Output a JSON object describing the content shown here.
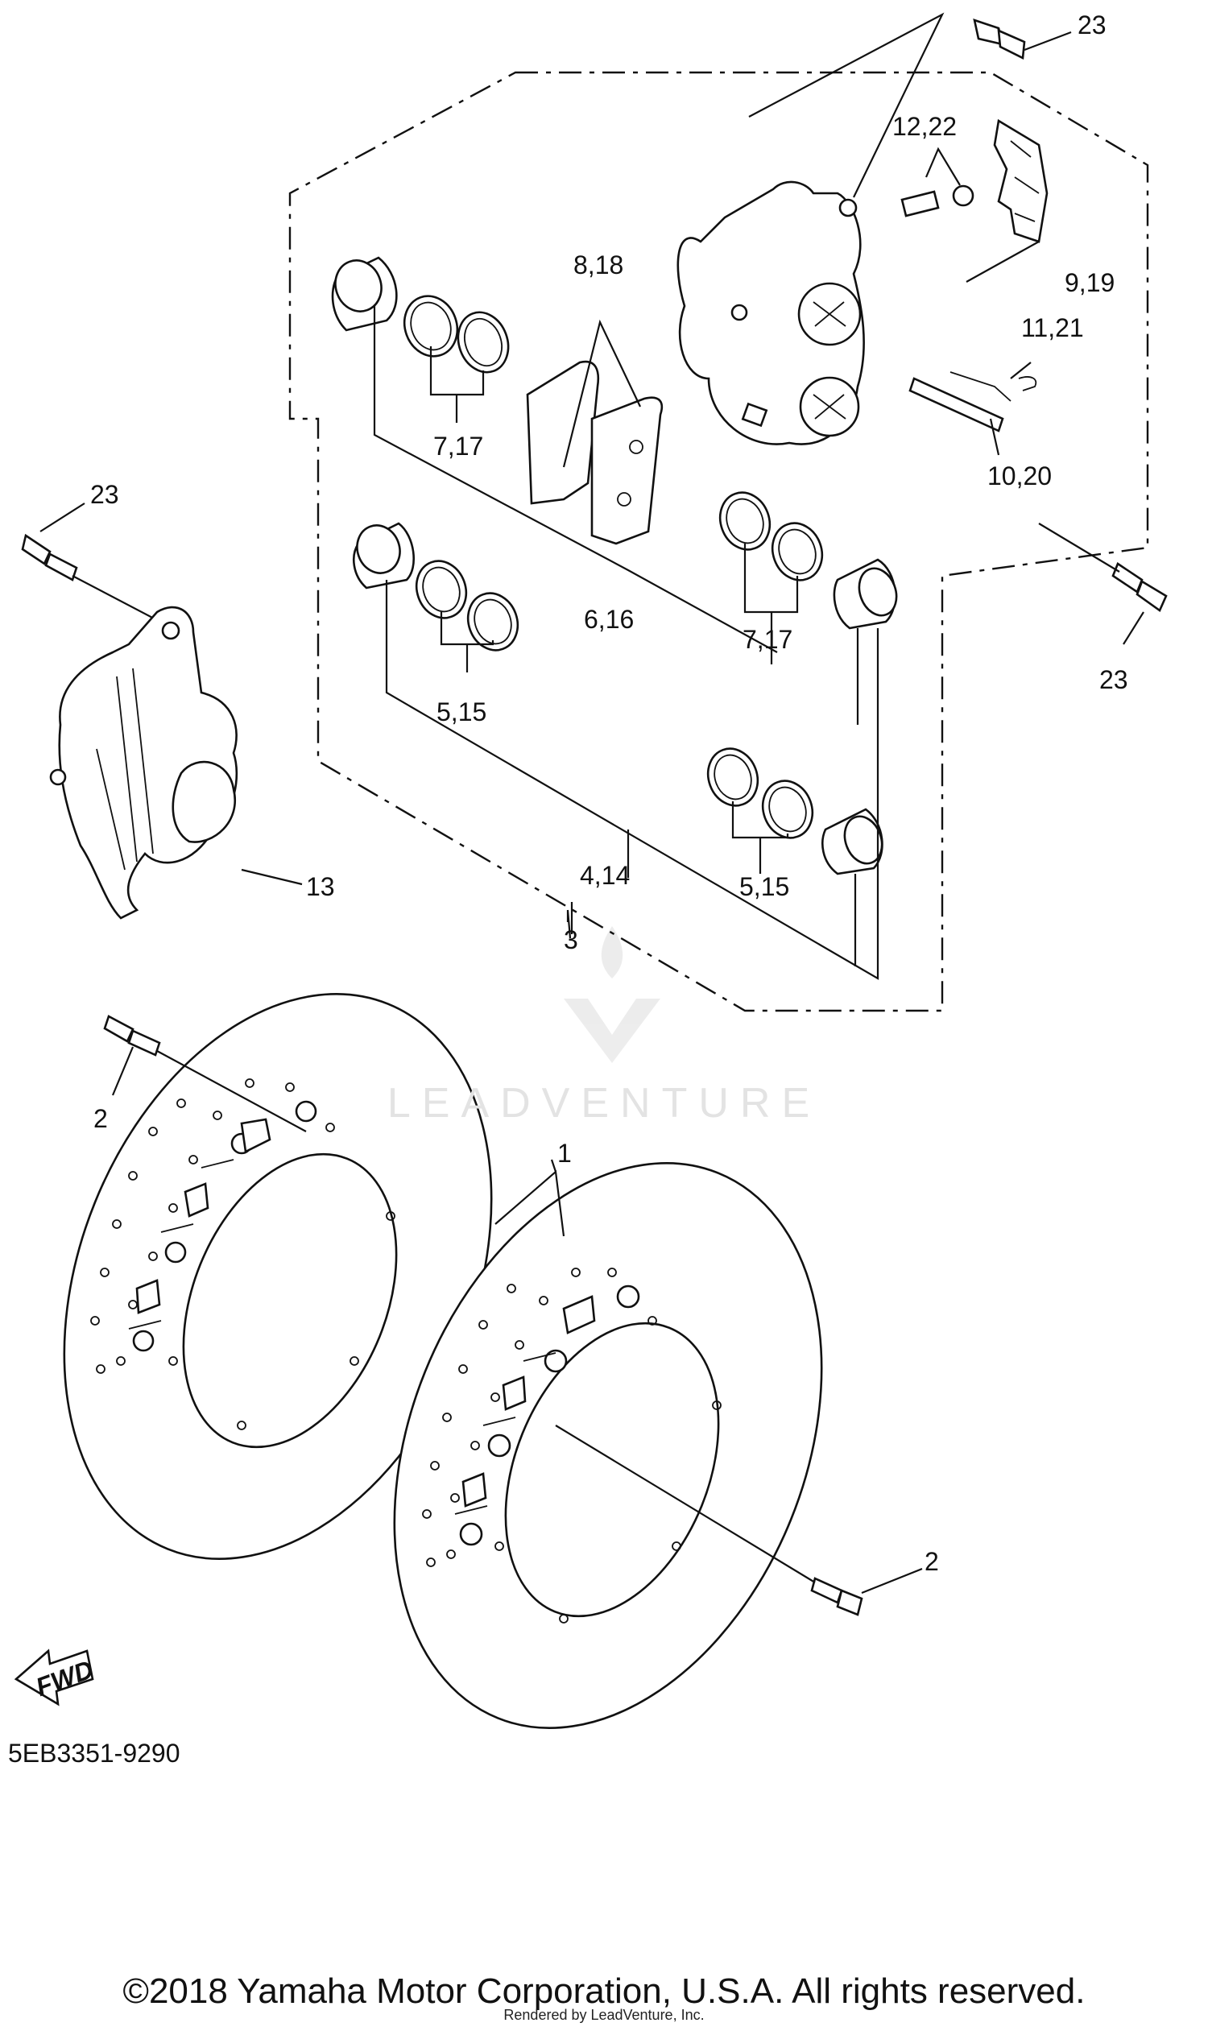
{
  "diagram": {
    "part_labels": {
      "p1": "1",
      "p2a": "2",
      "p2b": "2",
      "p3": "3",
      "p4_14": "4,14",
      "p5_15a": "5,15",
      "p5_15b": "5,15",
      "p6_16": "6,16",
      "p7_17a": "7,17",
      "p7_17b": "7,17",
      "p8_18": "8,18",
      "p9_19": "9,19",
      "p10_20": "10,20",
      "p11_21": "11,21",
      "p12_22": "12,22",
      "p13": "13",
      "p23a": "23",
      "p23b": "23",
      "p23c": "23"
    },
    "fwd_label": "FWD",
    "diagram_code": "5EB3351-9290",
    "watermark": "LEADVENTURE"
  },
  "footer": {
    "copyright": "©2018 Yamaha Motor Corporation, U.S.A. All rights reserved.",
    "rendered_by": "Rendered by LeadVenture, Inc."
  }
}
